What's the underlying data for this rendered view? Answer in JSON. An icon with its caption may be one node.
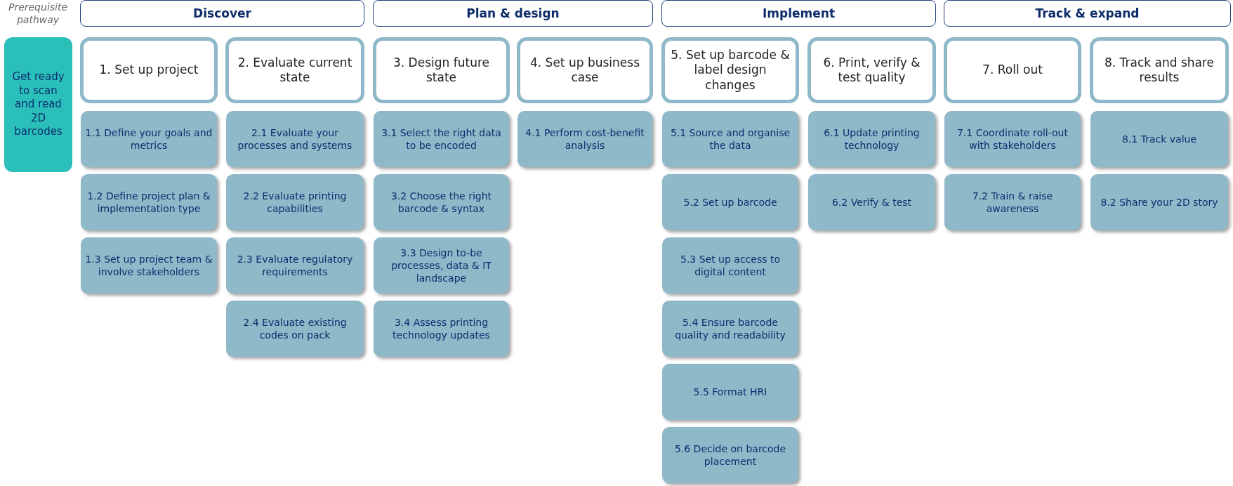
{
  "diagram": {
    "nodes": [
      {
        "text": [
          "Get ready to scan and read 2D barcodes"
        ],
        "beside": [
          "Prerequisite pathway"
        ]
      },
      {
        "text": [
          "Discover"
        ]
      },
      {
        "text": [
          "Plan & design"
        ]
      },
      {
        "text": [
          "Implement"
        ]
      },
      {
        "text": [
          "Track & expand"
        ]
      },
      {
        "text": [
          "1. Set up project"
        ]
      },
      {
        "text": [
          "1.1 Define your goals and metrics"
        ]
      },
      {
        "text": [
          "1.2 Define project plan & implementation type"
        ]
      },
      {
        "text": [
          "1.3 Set up project team & involve stakeholders"
        ]
      },
      {
        "text": [
          "2. Evaluate current state"
        ]
      },
      {
        "text": [
          "2.1 Evaluate your processes and systems"
        ]
      },
      {
        "text": [
          "2.2 Evaluate printing capabilities"
        ]
      },
      {
        "text": [
          "2.3 Evaluate regulatory requirements"
        ]
      },
      {
        "text": [
          "2.4 Evaluate existing codes on pack"
        ]
      },
      {
        "text": [
          "3. Design future state"
        ]
      },
      {
        "text": [
          "3.1 Select the right data to be encoded"
        ]
      },
      {
        "text": [
          "3.2 Choose the right barcode & syntax"
        ]
      },
      {
        "text": [
          "3.3 Design to-be processes, data & IT landscape"
        ]
      },
      {
        "text": [
          "3.4 Assess printing technology updates"
        ]
      },
      {
        "text": [
          "4. Set up business case"
        ]
      },
      {
        "text": [
          "4.1 Perform cost-benefit analysis"
        ]
      },
      {
        "text": [
          "5. Set up barcode & label design changes"
        ]
      },
      {
        "text": [
          "5.1 Source and organise the data"
        ]
      },
      {
        "text": [
          "5.2 Set up barcode"
        ]
      },
      {
        "text": [
          "5.3 Set up access to digital content"
        ]
      },
      {
        "text": [
          "5.4 Ensure barcode quality and readability"
        ]
      },
      {
        "text": [
          "5.5 Format HRI"
        ]
      },
      {
        "text": [
          "5.6 Decide on barcode placement"
        ]
      },
      {
        "text": [
          "6. Print, verify & test quality"
        ]
      },
      {
        "text": [
          "6.1 Update printing technology"
        ]
      },
      {
        "text": [
          "6.2 Verify & test"
        ]
      },
      {
        "text": [
          "7. Roll out"
        ]
      },
      {
        "text": [
          "7.1 Coordinate roll-out with stakeholders"
        ]
      },
      {
        "text": [
          "7.2 Train & raise awareness"
        ]
      },
      {
        "text": [
          "8. Track and share results"
        ]
      },
      {
        "text": [
          "8.1 Track value"
        ]
      },
      {
        "text": [
          "8.2 Share your 2D story"
        ]
      }
    ]
  }
}
